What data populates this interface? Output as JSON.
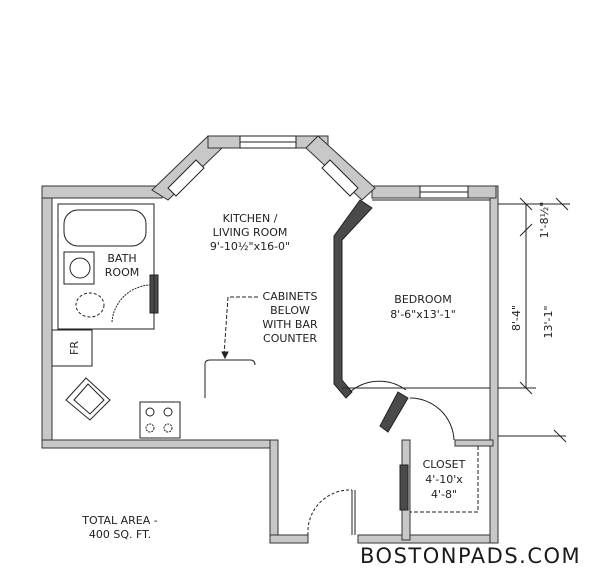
{
  "rooms": {
    "kitchen": {
      "line1": "KITCHEN /",
      "line2": "LIVING ROOM",
      "dims": "9'-10½\"x16-0\""
    },
    "bath": {
      "line1": "BATH",
      "line2": "ROOM"
    },
    "bedroom": {
      "name": "BEDROOM",
      "dims": "8'-6\"x13'-1\""
    },
    "closet": {
      "name": "CLOSET",
      "dims1": "4'-10'x",
      "dims2": "4'-8\""
    }
  },
  "annotations": {
    "cabinets": [
      "CABINETS",
      "BELOW",
      "WITH BAR",
      "COUNTER"
    ],
    "fridge": "FR"
  },
  "dimensions": {
    "top": "1'-8½\"",
    "middle": "8'-4\"",
    "total": "13'-1\""
  },
  "total_area": {
    "line1": "TOTAL AREA -",
    "line2": "400 SQ. FT."
  },
  "brand": "BOSTONPADS.COM",
  "colors": {
    "wall": "#c8c8c8",
    "wall_dark": "#4a4a4a",
    "line": "#222222"
  }
}
